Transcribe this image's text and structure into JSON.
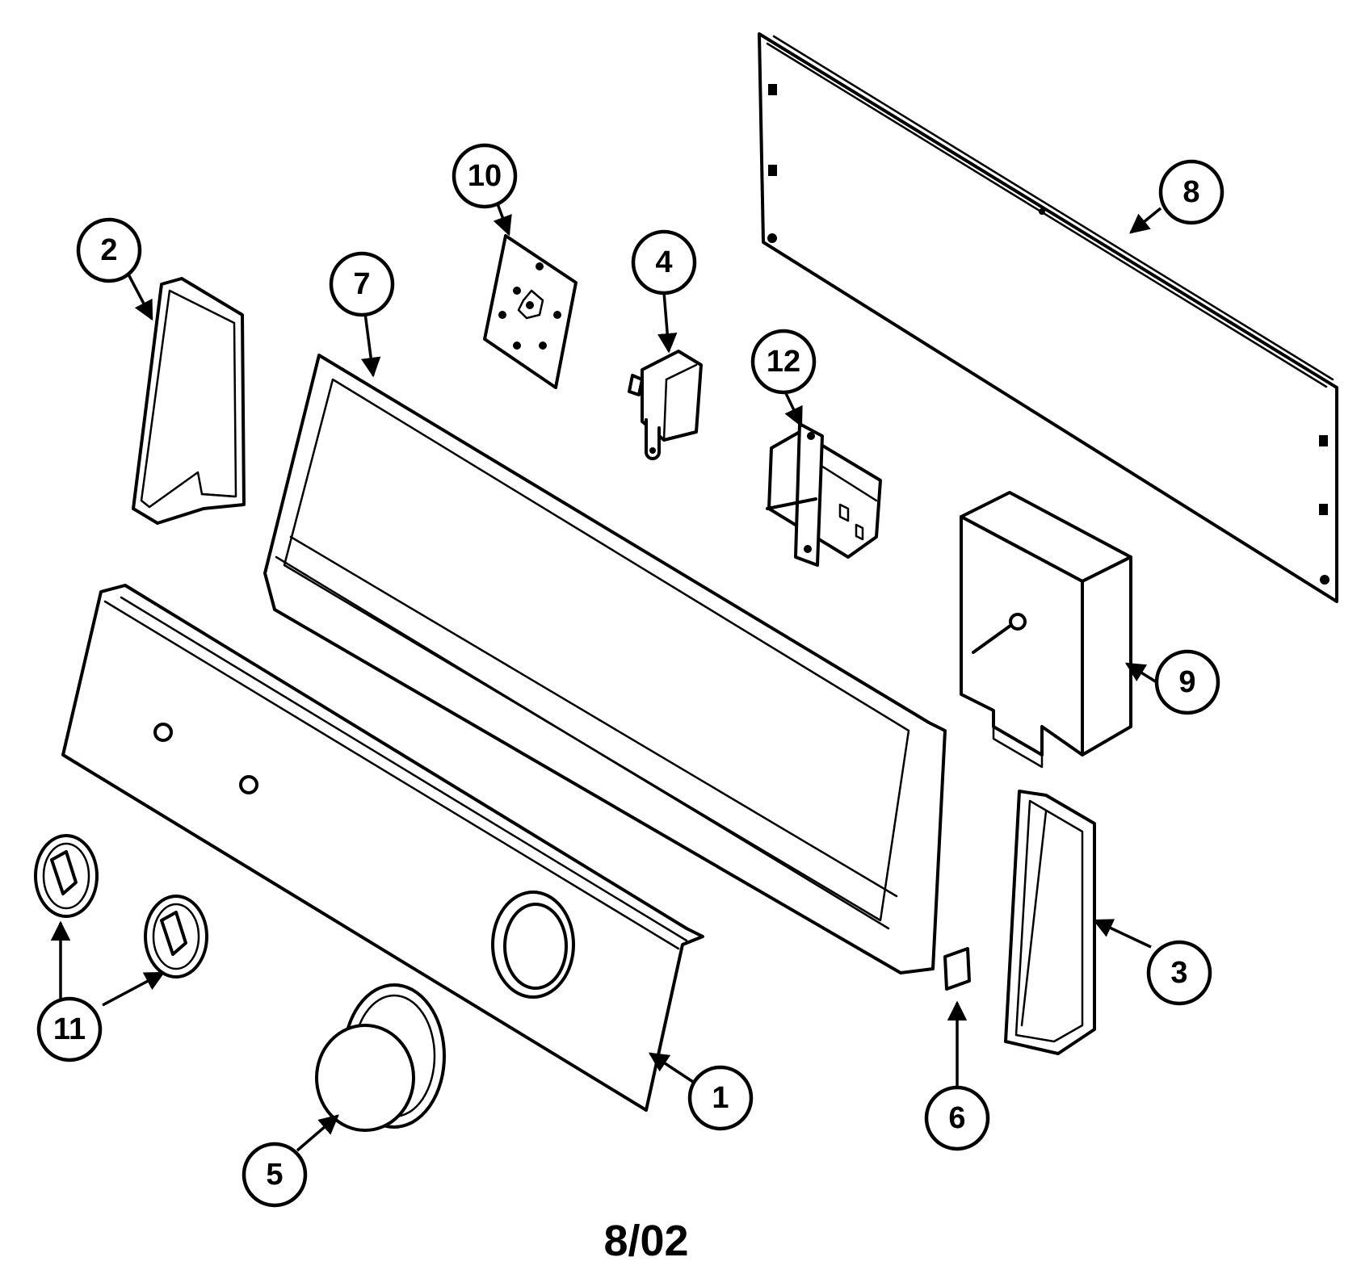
{
  "diagram": {
    "callouts": [
      {
        "id": "callout-1",
        "label": "1"
      },
      {
        "id": "callout-2",
        "label": "2"
      },
      {
        "id": "callout-3",
        "label": "3"
      },
      {
        "id": "callout-4",
        "label": "4"
      },
      {
        "id": "callout-5",
        "label": "5"
      },
      {
        "id": "callout-6",
        "label": "6"
      },
      {
        "id": "callout-7",
        "label": "7"
      },
      {
        "id": "callout-8",
        "label": "8"
      },
      {
        "id": "callout-9",
        "label": "9"
      },
      {
        "id": "callout-10",
        "label": "10"
      },
      {
        "id": "callout-11",
        "label": "11"
      },
      {
        "id": "callout-12",
        "label": "12"
      }
    ],
    "footer": "8/02"
  }
}
